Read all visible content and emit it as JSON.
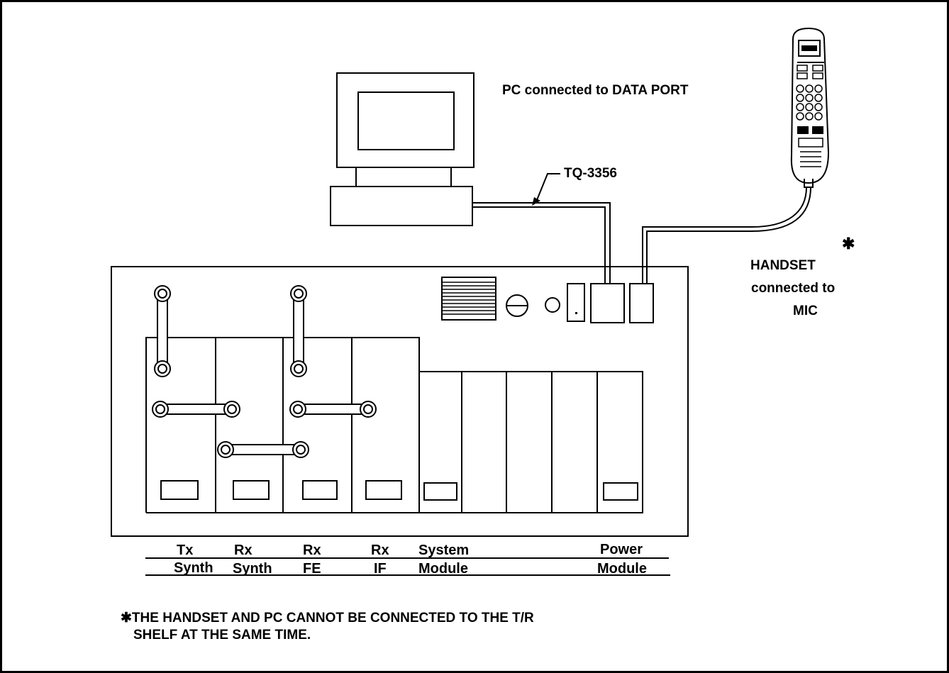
{
  "labels": {
    "pc": "PC connected to DATA PORT",
    "cable": "TQ-3356",
    "asterisk": "✱",
    "handset_line1": "HANDSET",
    "handset_line2": "connected to",
    "handset_line3": "MIC"
  },
  "modules": {
    "row1": [
      "Tx",
      "Rx",
      "Rx",
      "Rx",
      "System",
      "Power"
    ],
    "row2": [
      "Synth",
      "Synth",
      "FE",
      "IF",
      "Module",
      "Module"
    ]
  },
  "note": {
    "line1": "✱THE HANDSET AND PC CANNOT BE CONNECTED TO THE T/R",
    "line2": "SHELF AT THE SAME TIME."
  }
}
